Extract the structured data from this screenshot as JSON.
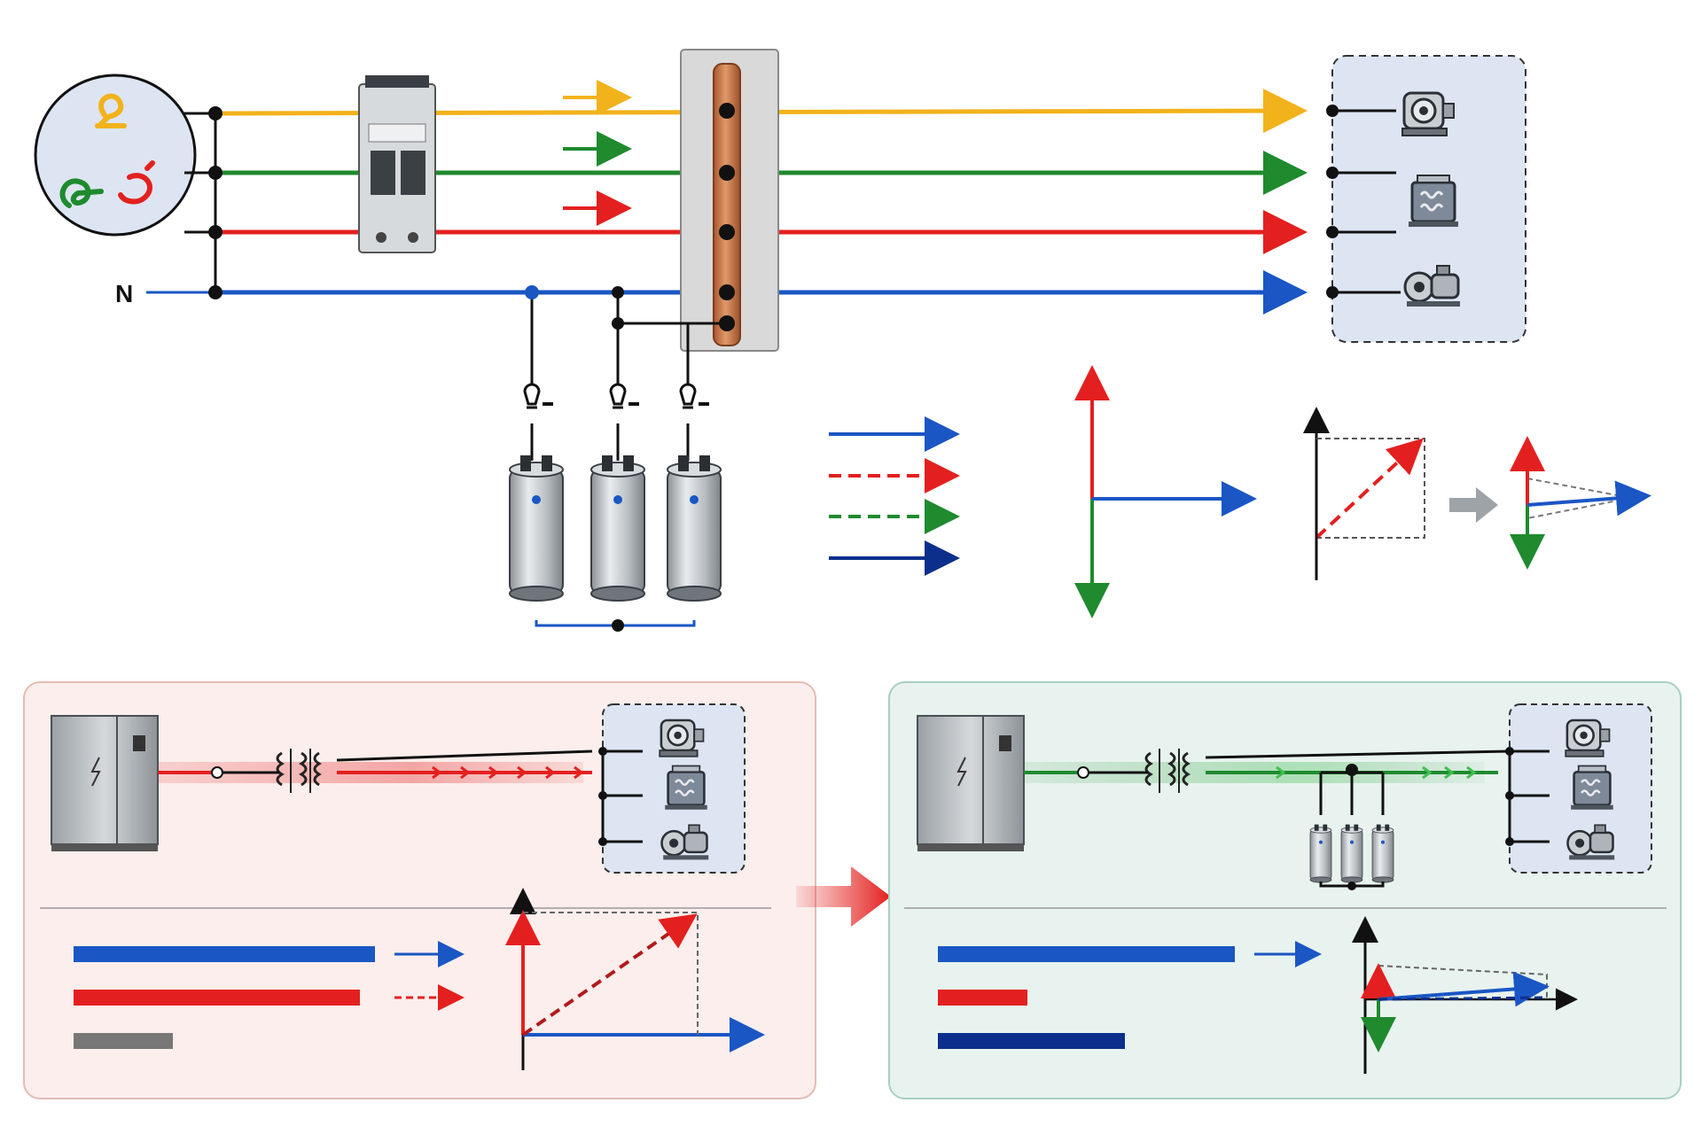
{
  "labels": {
    "neutral": "N"
  },
  "colors": {
    "phase_l1": "#f2b21b",
    "phase_l2": "#1f8a2e",
    "phase_l3": "#e3201f",
    "neutral": "#1a56c4",
    "dark_blue": "#0d2f8c",
    "busbar": "#c97849",
    "panel_red_bg": "#fbeeec",
    "panel_green_bg": "#e8f3ef",
    "load_box_bg": "#dde5f3",
    "gray_bar": "#777777"
  },
  "icons": {
    "source": "three-phase-generator-icon",
    "breaker": "circuit-breaker-icon",
    "busbar": "copper-busbar-icon",
    "motor": "motor-icon",
    "transformer": "transformer-icon",
    "pump": "pump-icon",
    "capacitor": "capacitor-icon",
    "cabinet": "electrical-cabinet-icon",
    "coil": "transformer-coil-icon",
    "transition": "transition-arrow-icon"
  },
  "before_panel": {
    "bars": [
      {
        "color": "#1a56c4",
        "level": 1.0
      },
      {
        "color": "#e3201f",
        "level": 0.95
      },
      {
        "color": "#777777",
        "level": 0.33
      }
    ]
  },
  "after_panel": {
    "bars": [
      {
        "color": "#1a56c4",
        "level": 1.0
      },
      {
        "color": "#e3201f",
        "level": 0.3
      },
      {
        "color": "#0d2f8c",
        "level": 0.63
      }
    ]
  }
}
